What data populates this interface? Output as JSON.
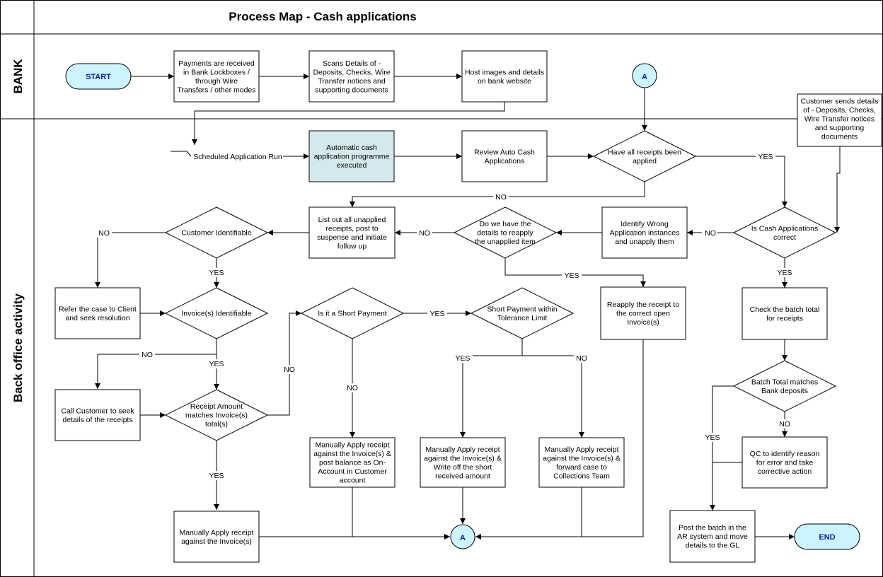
{
  "title": "Process Map - Cash applications",
  "lanes": {
    "bank": "BANK",
    "back_office": "Back office activity"
  },
  "nodes": {
    "start": "START",
    "end": "END",
    "connector_top": "A",
    "connector_bottom": "A",
    "payments_received": [
      "Payments are received",
      "in Bank Lockboxes /",
      "through Wire",
      "Transfers / other modes"
    ],
    "scans_details": [
      "Scans Details of -",
      "Deposits, Checks, Wire",
      "Transfer notices and",
      "supporting documents"
    ],
    "host_images": [
      "Host images and details",
      "on bank website"
    ],
    "customer_sends": [
      "Customer sends details",
      "of - Deposits, Checks,",
      "Wire Transfer notices",
      "and supporting",
      "documents"
    ],
    "scheduled_run": "Scheduled Application Run",
    "auto_cash": [
      "Automatic cash",
      "application programme",
      "executed"
    ],
    "review_auto": [
      "Review Auto Cash",
      "Applications"
    ],
    "all_receipts_applied": [
      "Have all receipts been",
      "applied"
    ],
    "is_cash_correct": [
      "Is Cash Applications",
      "correct"
    ],
    "identify_wrong": [
      "Identify Wrong",
      "Application instances",
      "and unapply them"
    ],
    "details_reapply": [
      "Do we have the",
      "details to reapply",
      "the unapplied item"
    ],
    "list_unapplied": [
      "List out all unapplied",
      "receipts, post to",
      "suspense and initiate",
      "follow up"
    ],
    "customer_identifiable": [
      "Customer Identifiable"
    ],
    "refer_client": [
      "Refer the case to Client",
      "and seek resolution"
    ],
    "invoice_identifiable": [
      "Invoice(s) Identifiable"
    ],
    "call_customer": [
      "Call Customer to seek",
      "details of the receipts"
    ],
    "receipt_matches": [
      "Receipt Amount",
      "matches Invoice(s)",
      "total(s)"
    ],
    "manual_apply": [
      "Manually Apply receipt",
      "against the Invoice(s)"
    ],
    "short_payment": [
      "Is it a Short Payment"
    ],
    "short_tolerance": [
      "Short Payment within",
      "Tolerance Limit"
    ],
    "manual_on_account": [
      "Manually Apply receipt",
      "against the Invoice(s) &",
      "post balance as On-",
      "Account in Customer",
      "account"
    ],
    "manual_write_off": [
      "Manually Apply receipt",
      "against the Invoice(s) &",
      "Write off the short",
      "received amount"
    ],
    "manual_collections": [
      "Manually Apply receipt",
      "against the Invoice(s) &",
      "forward case to",
      "Collections Team"
    ],
    "reapply_receipt": [
      "Reapply the receipt to",
      "the correct open",
      "Invoice(s)"
    ],
    "check_batch": [
      "Check the batch total",
      "for receipts"
    ],
    "batch_matches": [
      "Batch Total matches",
      "Bank deposits"
    ],
    "qc_identify": [
      "QC to identify reason",
      "for error and take",
      "corrective action"
    ],
    "post_batch": [
      "Post the batch in the",
      "AR system and move",
      "details to the GL"
    ]
  },
  "edge_labels": {
    "all_applied_yes": "YES",
    "all_applied_no": "NO",
    "cash_correct_no": "NO",
    "cash_correct_yes": "YES",
    "reapply_no": "NO",
    "reapply_yes": "YES",
    "customer_no": "NO",
    "customer_yes": "YES",
    "invoice_no": "NO",
    "invoice_yes": "YES",
    "receipt_yes": "YES",
    "receipt_no": "NO",
    "short_yes": "YES",
    "short_no": "NO",
    "tolerance_yes": "YES",
    "tolerance_no": "NO",
    "batch_yes": "YES",
    "batch_no": "NO"
  }
}
